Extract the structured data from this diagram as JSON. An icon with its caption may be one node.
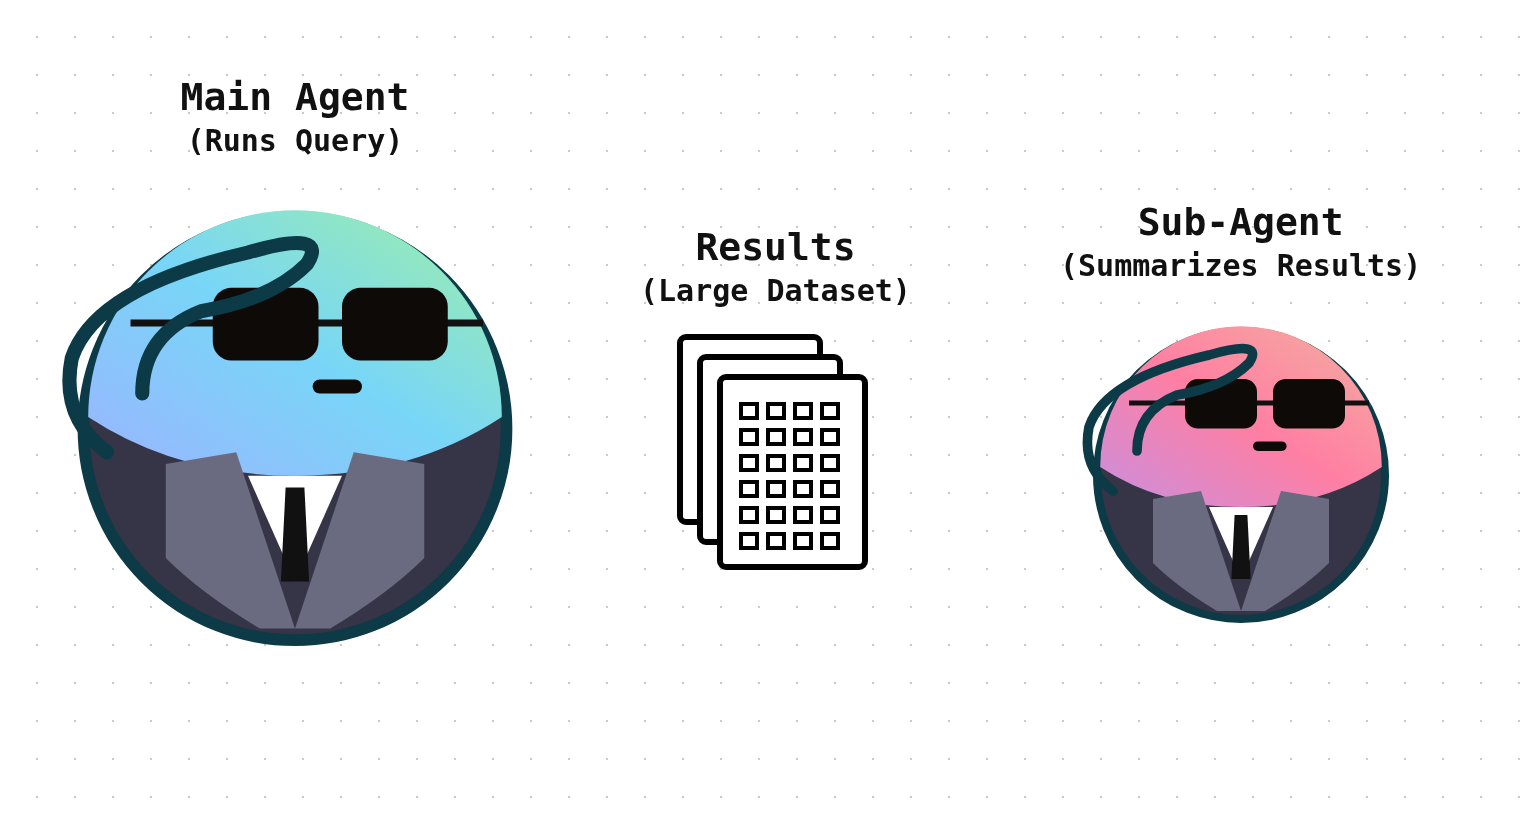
{
  "diagram": {
    "nodes": [
      {
        "text": [
          "Main Agent",
          "(Runs Query)"
        ]
      },
      {
        "text": [
          "Results",
          "(Large Dataset)"
        ]
      },
      {
        "text": [
          "Sub-Agent",
          "(Summarizes Results)"
        ]
      }
    ]
  }
}
